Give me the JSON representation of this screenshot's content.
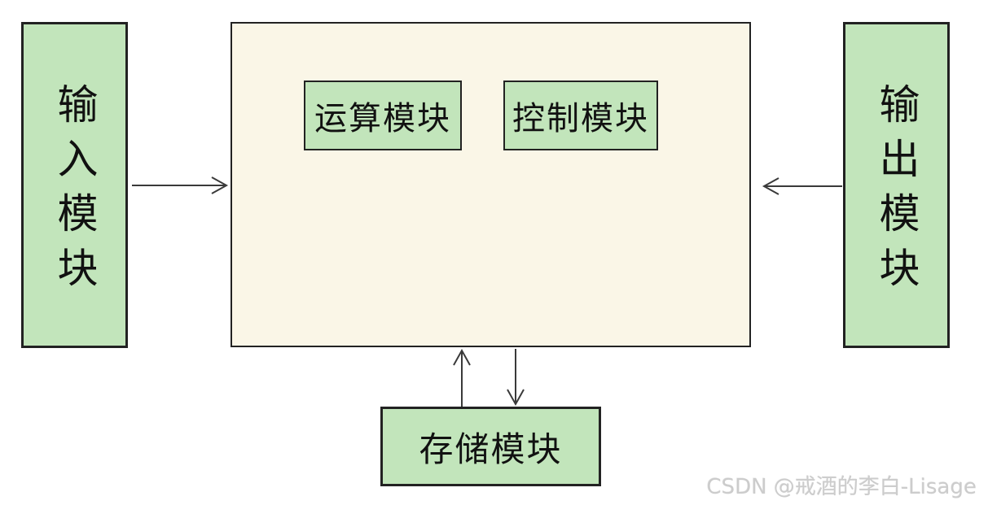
{
  "diagram": {
    "title_hint": "computer-hardware-structure",
    "input_module": {
      "label": "输入模块"
    },
    "output_module": {
      "label": "输出模块"
    },
    "storage_module": {
      "label": "存储模块"
    },
    "alu_module": {
      "label": "运算模块"
    },
    "control_module": {
      "label": "控制模块"
    },
    "arrows": [
      {
        "name": "input-to-host",
        "direction": "right"
      },
      {
        "name": "output-to-host",
        "direction": "left"
      },
      {
        "name": "storage-to-host",
        "direction": "up"
      },
      {
        "name": "host-to-storage",
        "direction": "down"
      }
    ]
  },
  "watermark": {
    "text": "CSDN @戒酒的李白-Lisage"
  },
  "colors": {
    "module_fill": "#c2e5bb",
    "host_fill": "#faf6e7",
    "border": "#222222",
    "arrow": "#3a3a3a",
    "text": "#111111",
    "watermark": "#cccccc"
  }
}
